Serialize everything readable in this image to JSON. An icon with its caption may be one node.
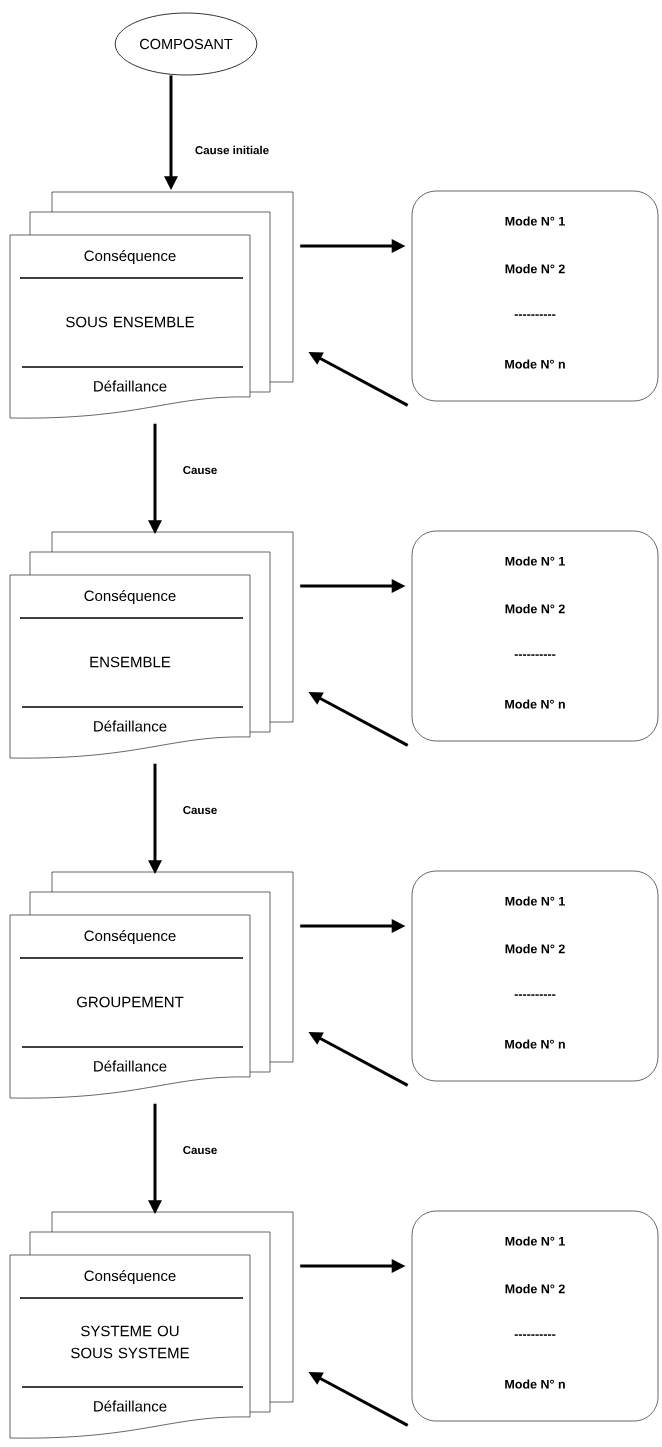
{
  "diagram": {
    "nodes": [
      {
        "text": [
          "COMPOSANT"
        ]
      },
      {
        "text": [
          "Conséquence",
          "SOUS ENSEMBLE",
          "Défaillance"
        ]
      },
      {
        "text": [
          "Mode N° 1",
          "Mode N° 2",
          "----------",
          "Mode N° n"
        ]
      },
      {
        "text": [
          "Conséquence",
          "ENSEMBLE",
          "Défaillance"
        ]
      },
      {
        "text": [
          "Mode N° 1",
          "Mode N° 2",
          "----------",
          "Mode N° n"
        ]
      },
      {
        "text": [
          "Conséquence",
          "GROUPEMENT",
          "Défaillance"
        ]
      },
      {
        "text": [
          "Mode N° 1",
          "Mode N° 2",
          "----------",
          "Mode N° n"
        ]
      },
      {
        "text": [
          "Conséquence",
          "SYSTEME OU SOUS SYSTEME",
          "Défaillance"
        ]
      },
      {
        "text": [
          "Mode N° 1",
          "Mode N° 2",
          "----------",
          "Mode N° n"
        ]
      }
    ],
    "edges": [
      {
        "from": 0,
        "to": 1,
        "arrow": "to",
        "label": "Cause initiale"
      },
      {
        "from": 1,
        "to": 2,
        "arrow": "to"
      },
      {
        "from": 2,
        "to": 1,
        "arrow": "to"
      },
      {
        "from": 1,
        "to": 3,
        "arrow": "to",
        "label": "Cause"
      },
      {
        "from": 3,
        "to": 4,
        "arrow": "to"
      },
      {
        "from": 4,
        "to": 3,
        "arrow": "to"
      },
      {
        "from": 3,
        "to": 5,
        "arrow": "to",
        "label": "Cause"
      },
      {
        "from": 5,
        "to": 6,
        "arrow": "to"
      },
      {
        "from": 6,
        "to": 5,
        "arrow": "to"
      },
      {
        "from": 5,
        "to": 7,
        "arrow": "to",
        "label": "Cause"
      },
      {
        "from": 7,
        "to": 8,
        "arrow": "to"
      },
      {
        "from": 8,
        "to": 7,
        "arrow": "to"
      }
    ]
  }
}
